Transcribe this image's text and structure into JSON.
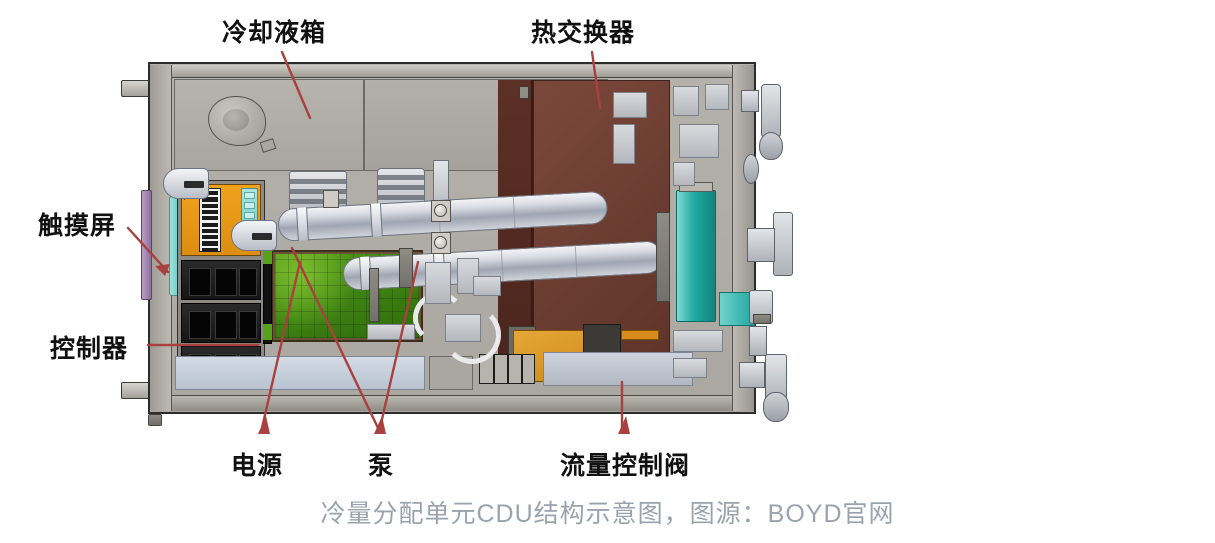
{
  "diagram": {
    "title_caption": "冷量分配单元CDU结构示意图，图源：BOYD官网",
    "subject": "Coolant Distribution Unit (CDU) internal structure cutaway",
    "leader_color": "#a8413f",
    "label_color": "#111111",
    "caption_color": "#9aa3ad",
    "background": "#ffffff"
  },
  "callouts": {
    "coolant_tank": {
      "label": "冷却液箱",
      "position": "top-left",
      "target": "coolant reservoir tank"
    },
    "heat_exchanger": {
      "label": "热交换器",
      "position": "top-right",
      "target": "brown heat exchanger core"
    },
    "touchscreen": {
      "label": "触摸屏",
      "position": "left-upper",
      "target": "purple front touchscreen panel"
    },
    "controller": {
      "label": "控制器",
      "position": "left-lower",
      "target": "controller module stack"
    },
    "power_supply": {
      "label": "电源",
      "position": "bottom-left",
      "target": "power supply panel"
    },
    "pump": {
      "label": "泵",
      "position": "bottom-center",
      "target": "dual circulation pumps"
    },
    "flow_control_valve": {
      "label": "流量控制阀",
      "position": "bottom-right",
      "target": "orange flow control valve"
    }
  },
  "components": {
    "colors": {
      "chassis": "#aca9a2",
      "heat_exchanger": "#6f4034",
      "pcb_green": "#4f9a18",
      "valve_orange": "#d99320",
      "tank_teal": "#1faaa3",
      "touchscreen_purple": "#9a7aa9",
      "pipe_gray": "#d2d6dd"
    }
  }
}
